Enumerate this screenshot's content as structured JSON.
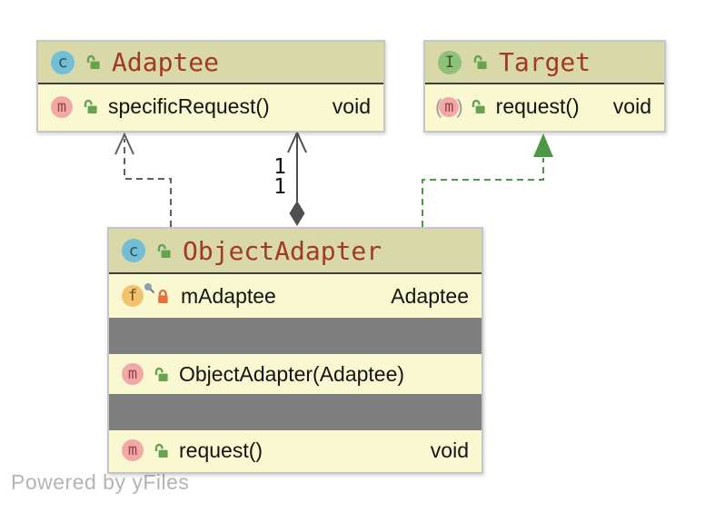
{
  "watermark": "Powered by yFiles",
  "colors": {
    "header_bg": "#d9d8a8",
    "body_bg": "#f9f8d0",
    "divider_band": "#7f7f7f",
    "box_border": "#c6c6c6",
    "title_text": "#a03a24",
    "member_text": "#141414",
    "dependency_edge": "#5f5f5f",
    "aggregation_edge": "#4f4f4f",
    "realization_edge": "#4e9747",
    "class_icon_bg": "#72bed6",
    "interface_icon_bg": "#8fc178",
    "method_icon_bg": "#f3a8a8",
    "field_icon_bg": "#f0c46e",
    "public_lock": "#69a24e",
    "private_lock": "#e4713c"
  },
  "classes": {
    "adaptee": {
      "kind": "class",
      "icon_letter": "c",
      "name": "Adaptee",
      "members": [
        {
          "icon_letter": "m",
          "visibility": "public",
          "name": "specificRequest()",
          "type": "void"
        }
      ]
    },
    "target": {
      "kind": "interface",
      "icon_letter": "I",
      "name": "Target",
      "members": [
        {
          "icon_letter": "m",
          "visibility": "public",
          "abstract": true,
          "name": "request()",
          "type": "void",
          "paren_open": "(",
          "paren_close": ")"
        }
      ]
    },
    "object_adapter": {
      "kind": "class",
      "icon_letter": "c",
      "name": "ObjectAdapter",
      "fields": [
        {
          "icon_letter": "f",
          "visibility": "private",
          "pinned": true,
          "name": "mAdaptee",
          "type": "Adaptee"
        }
      ],
      "methods": [
        {
          "icon_letter": "m",
          "visibility": "public",
          "name": "ObjectAdapter(Adaptee)",
          "type": ""
        },
        {
          "icon_letter": "m",
          "visibility": "public",
          "name": "request()",
          "type": "void"
        }
      ]
    }
  },
  "edges": {
    "dependency": {
      "type": "dependency",
      "from": "ObjectAdapter",
      "to": "Adaptee"
    },
    "aggregation": {
      "type": "aggregation",
      "from": "ObjectAdapter",
      "to": "Adaptee",
      "labels": [
        "1",
        "1"
      ]
    },
    "realization": {
      "type": "realization",
      "from": "ObjectAdapter",
      "to": "Target"
    }
  }
}
